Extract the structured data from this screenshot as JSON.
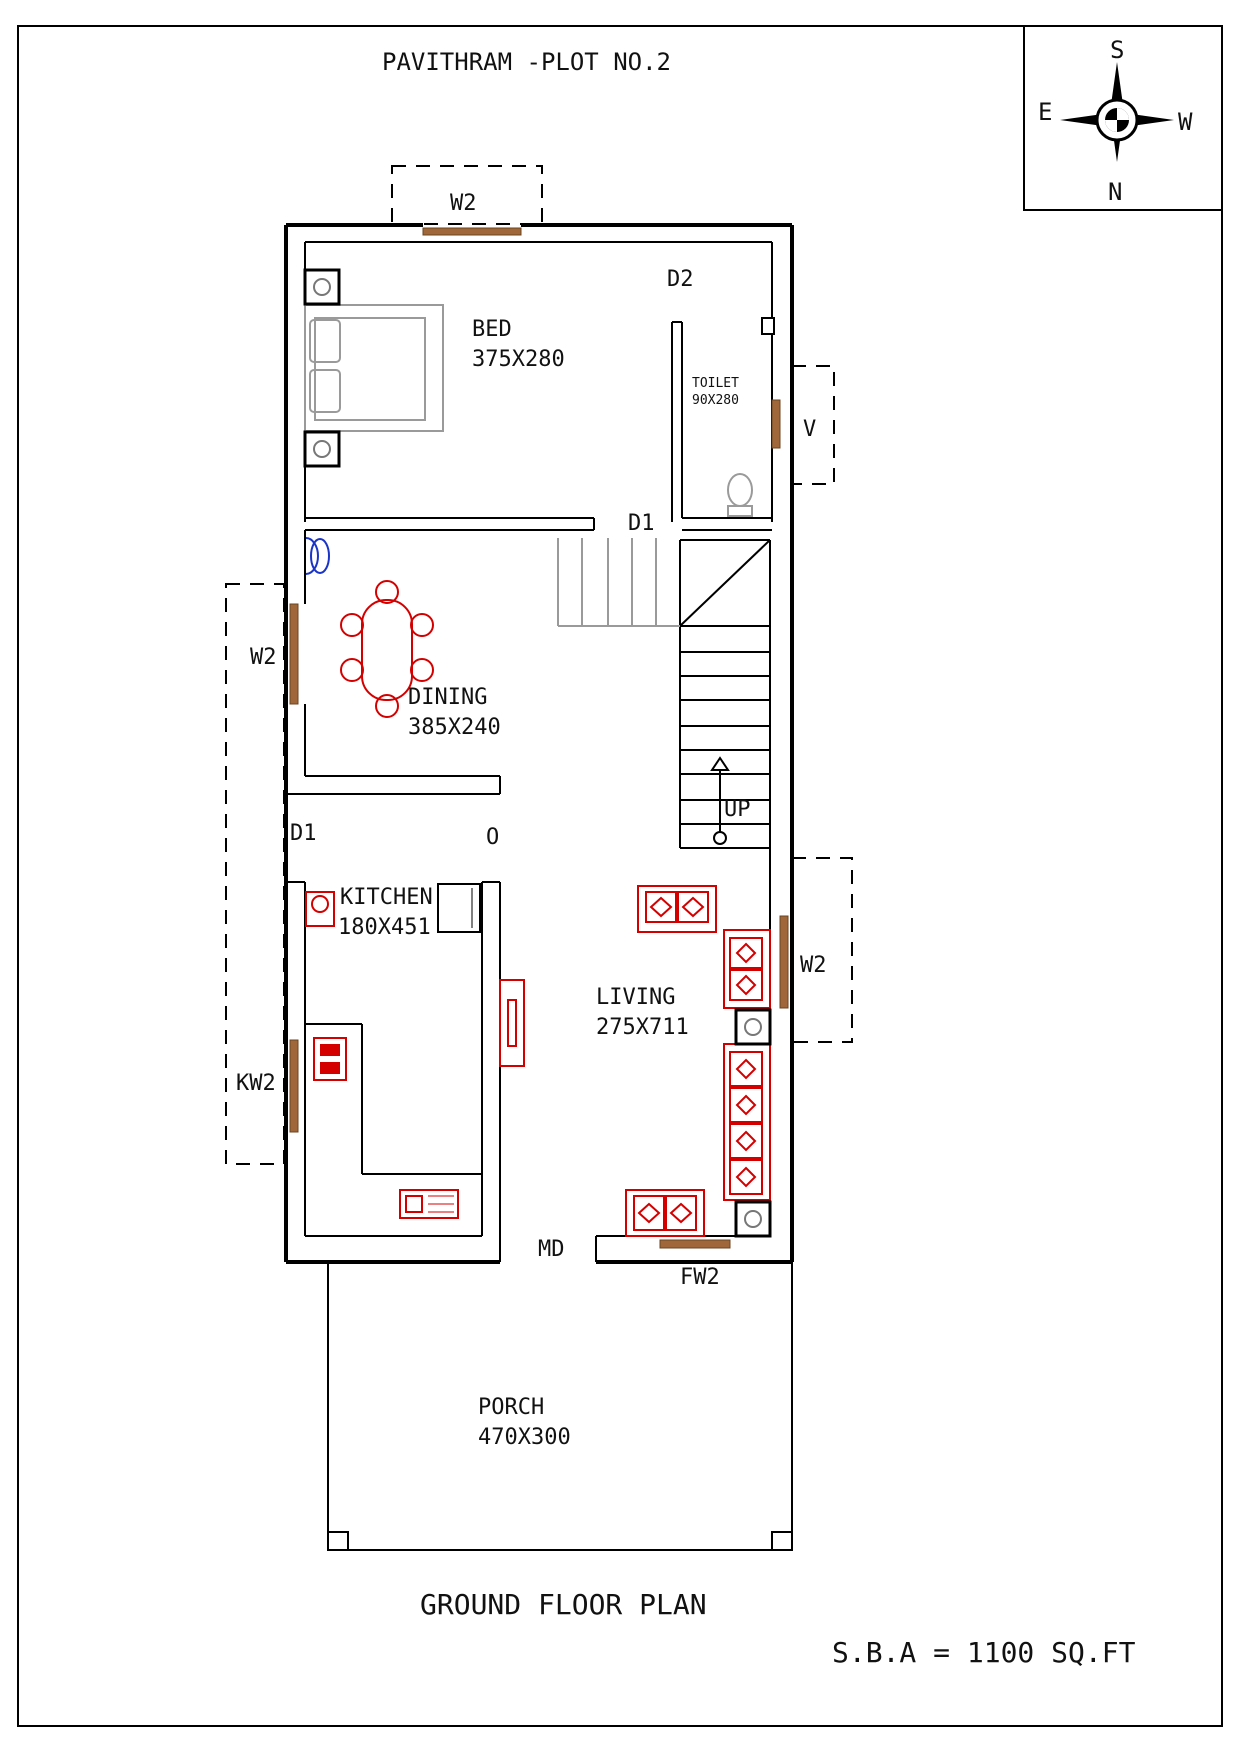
{
  "title": "PAVITHRAM -PLOT NO.2",
  "footer_title": "GROUND FLOOR PLAN",
  "area": "S.B.A = 1100 SQ.FT",
  "compass": {
    "n": "N",
    "s": "S",
    "e": "E",
    "w": "W"
  },
  "rooms": {
    "bed": {
      "name": "BED",
      "size": "375X280"
    },
    "toilet": {
      "name": "TOILET",
      "size": "90X280"
    },
    "dining": {
      "name": "DINING",
      "size": "385X240"
    },
    "kitchen": {
      "name": "KITCHEN",
      "size": "180X451"
    },
    "living": {
      "name": "LIVING",
      "size": "275X711"
    },
    "porch": {
      "name": "PORCH",
      "size": "470X300"
    }
  },
  "labels": {
    "w2_top": "W2",
    "d2": "D2",
    "v": "V",
    "d1_stair": "D1",
    "w2_left": "W2",
    "d1_left": "D1",
    "o": "O",
    "up": "UP",
    "w2_right": "W2",
    "kw2": "KW2",
    "md": "MD",
    "fw2": "FW2"
  }
}
